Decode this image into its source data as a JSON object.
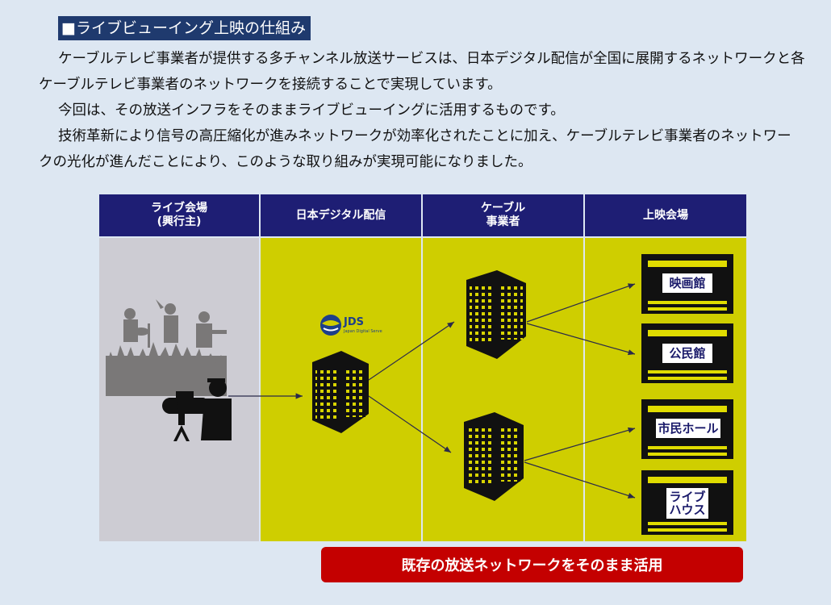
{
  "title": "■ライブビューイング上映の仕組み",
  "paragraphs": [
    "ケーブルテレビ事業者が提供する多チャンネル放送サービスは、日本デジタル配信が全国に展開するネットワークと各ケーブルテレビ事業者のネットワークを接続することで実現しています。",
    "今回は、その放送インフラをそのままライブビューイングに活用するものです。",
    "技術革新により信号の高圧縮化が進みネットワークが効率化されたことに加え、ケーブルテレビ事業者のネットワークの光化が進んだことにより、このような取り組みが実現可能になりました。"
  ],
  "diagram": {
    "headers": [
      "ライブ会場\n(興行主)",
      "日本デジタル配信",
      "ケーブル\n事業者",
      "上映会場"
    ],
    "logo": {
      "text": "JDS",
      "subtext": "Japan Digital Serve"
    },
    "venues": [
      "映画館",
      "公民館",
      "市民ホール",
      "ライブ\nハウス"
    ],
    "colors": {
      "header": "#1e1e74",
      "yellow": "#cfce00",
      "gray": "#cdccd3",
      "banner": "#c40000"
    }
  },
  "banner": "既存の放送ネットワークをそのまま活用"
}
